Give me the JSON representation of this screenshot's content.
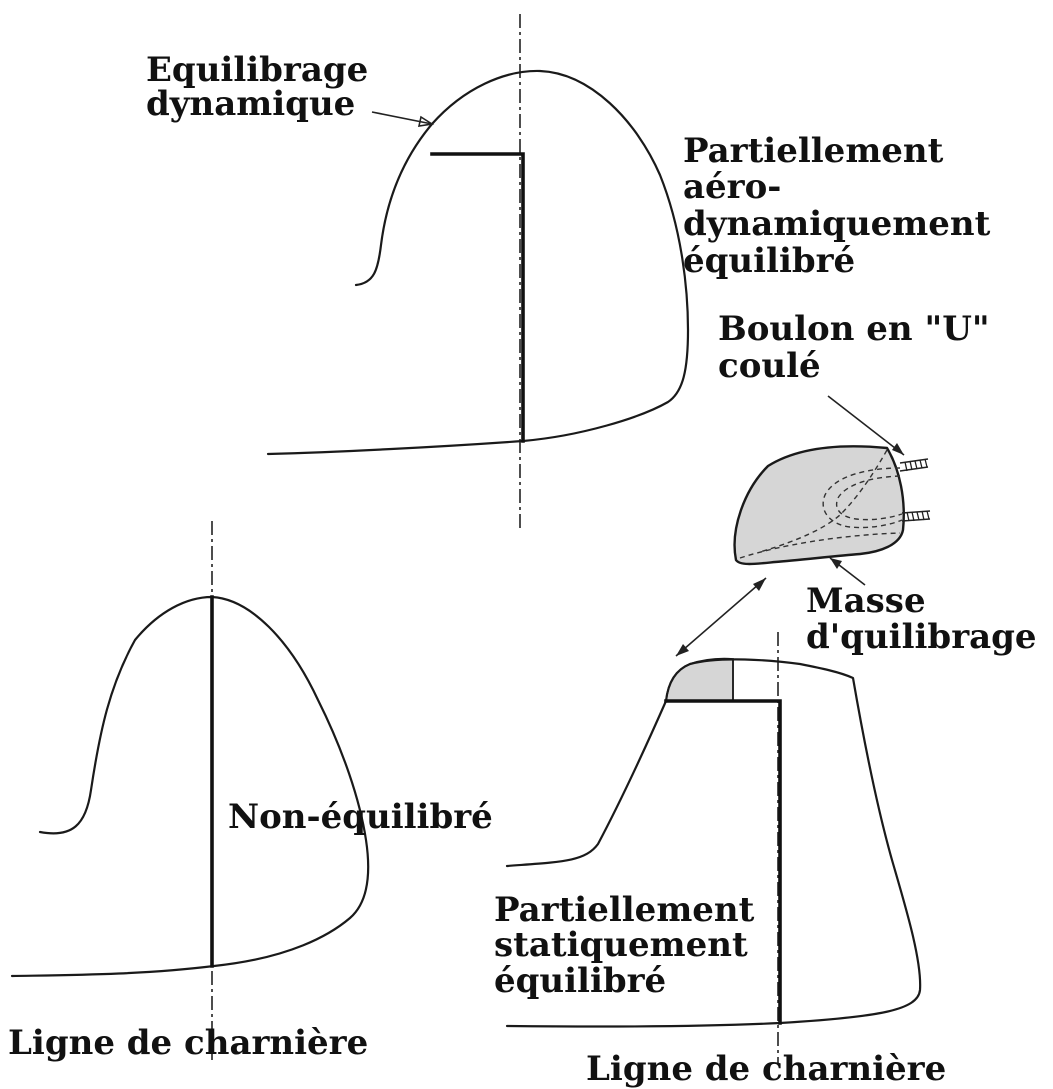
{
  "colors": {
    "ink": "#111111",
    "mass_fill": "#d6d6d6",
    "background": "#ffffff"
  },
  "labels": {
    "dynamic_balance": [
      "Equilibrage",
      "dynamique"
    ],
    "partially_aero_balanced": [
      "Partiellement",
      "aéro-",
      "dynamiquement",
      "équilibré"
    ],
    "u_bolt": [
      "Boulon en \"U\"",
      "coulé"
    ],
    "balance_mass": [
      "Masse",
      "d'quilibrage"
    ],
    "unbalanced": "Non-équilibré",
    "partially_static_balanced": [
      "Partiellement",
      "statiquement",
      "équilibré"
    ],
    "hinge_line_left": "Ligne de charnière",
    "hinge_line_right": "Ligne de charnière"
  }
}
